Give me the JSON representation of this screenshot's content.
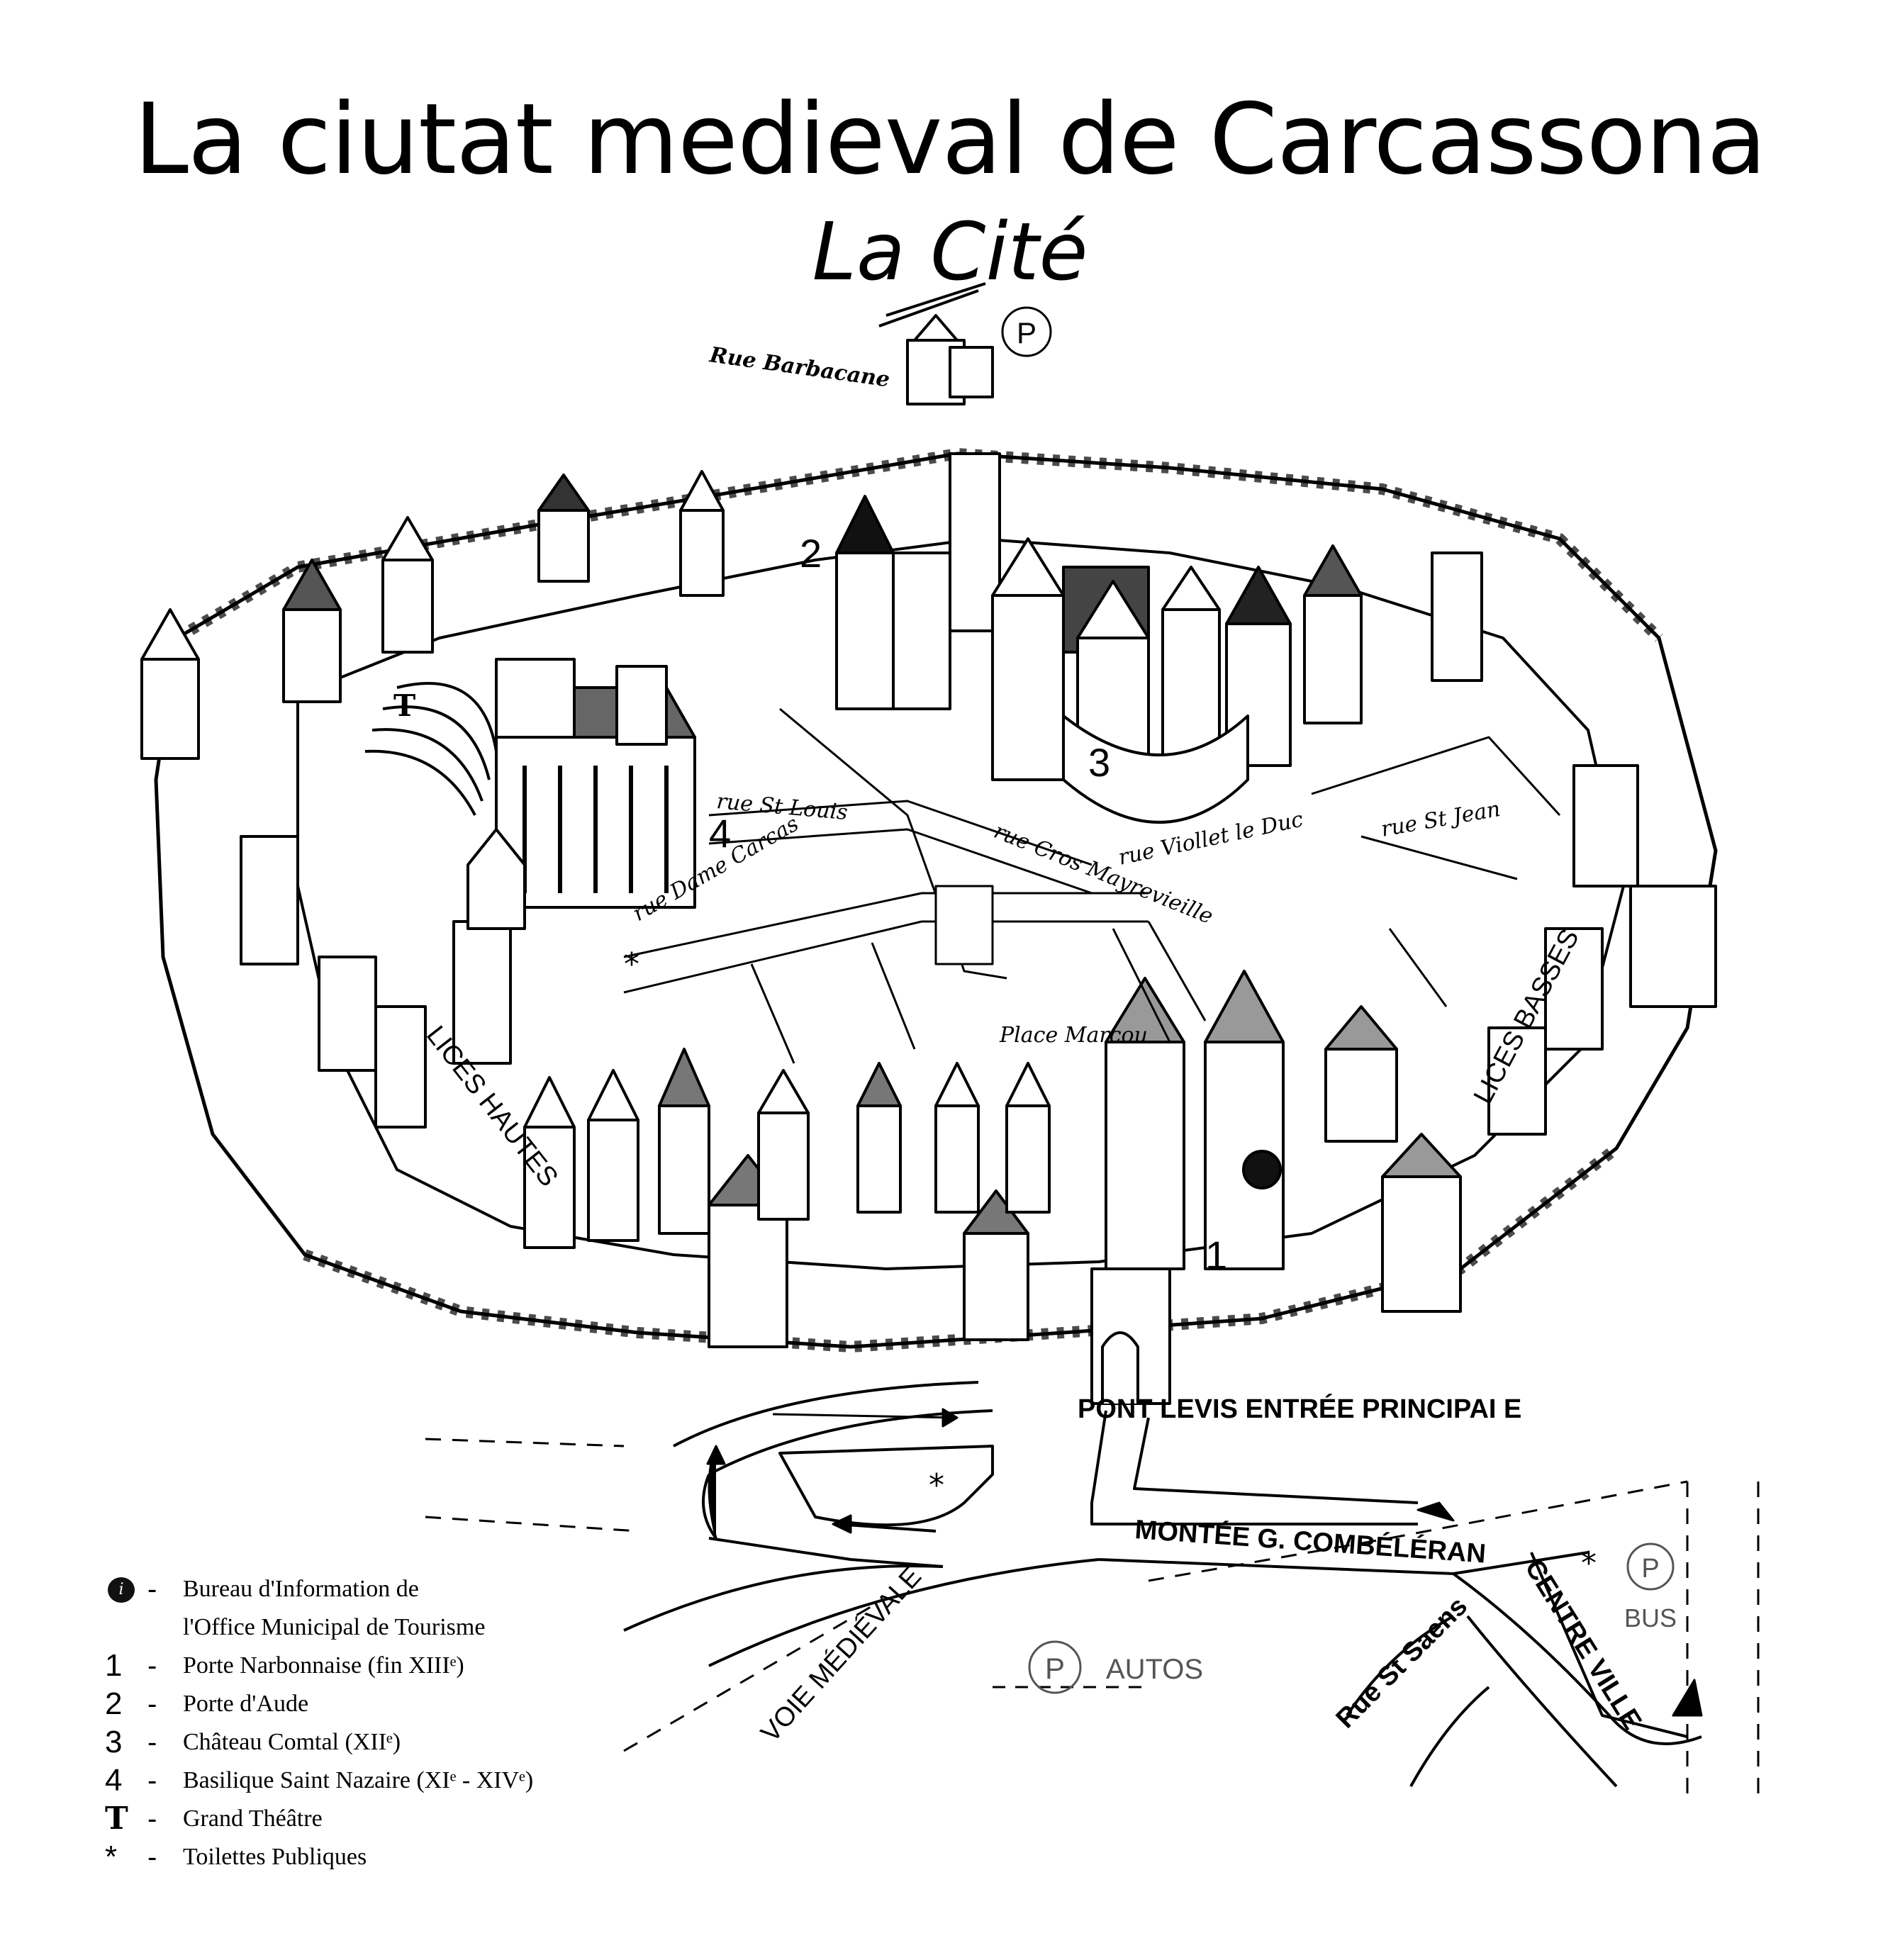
{
  "title": "La ciutat medieval de Carcassona",
  "subtitle": "La Cité",
  "streets": {
    "rue_barbacane": "Rue Barbacane",
    "rue_st_louis": "rue St Louis",
    "rue_dame_carcas": "rue Dame Carcas",
    "rue_cros_mayrevieille": "rue Cros Mayrevieille",
    "rue_viollet_le_duc": "rue Viollet le Duc",
    "rue_st_jean": "rue St Jean",
    "place_marcou": "Place Marcou",
    "lices_hautes": "LICES HAUTES",
    "lices_basses": "LICES BASSES",
    "pont_levis": "PONT LEVIS  ENTRÉE PRINCIPAI E",
    "montee": "MONTÉE G. COMBÉLÉRAN",
    "voie_medievale": "VOIE MÉDIÉVALE",
    "rue_st_saens": "Rue St Saens",
    "centre_ville": "CENTRE VILLE"
  },
  "map_numbers": {
    "n1": "1",
    "n2": "2",
    "n3": "3",
    "n4": "4",
    "theatre": "T"
  },
  "parking": {
    "symbol": "P",
    "autos": "AUTOS",
    "bus": "BUS"
  },
  "toilet_symbol": "*",
  "legend": {
    "info_icon": "i",
    "items": [
      {
        "key": "",
        "text": "Bureau d'Information de"
      },
      {
        "key": "",
        "text": "l'Office Municipal de Tourisme"
      },
      {
        "key": "1",
        "text": "Porte Narbonnaise (fin XIIIᵉ)"
      },
      {
        "key": "2",
        "text": "Porte d'Aude"
      },
      {
        "key": "3",
        "text": "Château Comtal (XIIᵉ)"
      },
      {
        "key": "4",
        "text": "Basilique Saint Nazaire (XIᵉ - XIVᵉ)"
      },
      {
        "key": "T",
        "text": "Grand Théâtre"
      },
      {
        "key": "*",
        "text": "Toilettes Publiques"
      }
    ]
  }
}
